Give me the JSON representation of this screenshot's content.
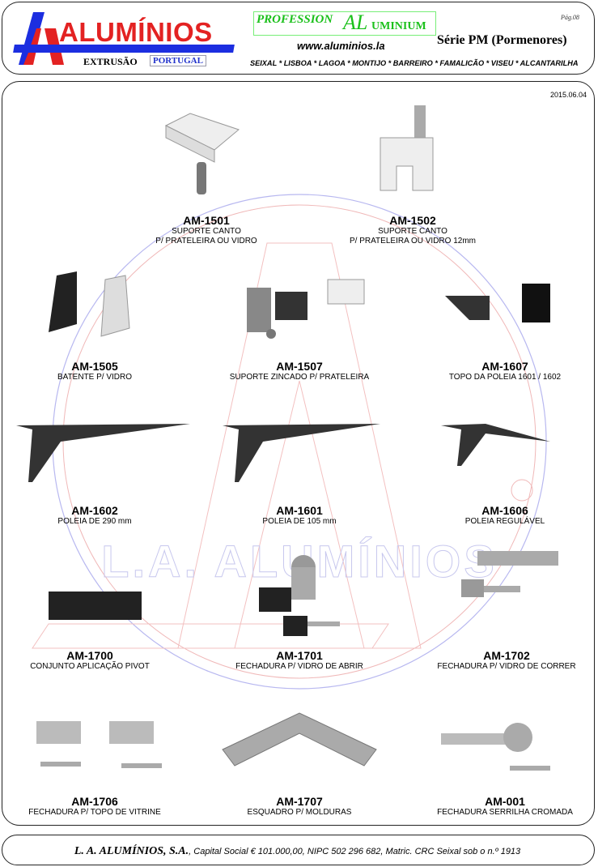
{
  "header": {
    "brand": "ALUMÍNIOS",
    "extrusion": "EXTRUSÃO",
    "country": "PORTUGAL",
    "slogan_a": "PROFESSION",
    "slogan_b": "AL",
    "slogan_c": "UMINIUM",
    "website": "www.aluminios.la",
    "page": "Pág.08",
    "series": "Série PM (Pormenores)",
    "locations": "SEIXAL * LISBOA * LAGOA * MONTIJO * BARREIRO * FAMALICÃO * VISEU * ALCANTARILHA"
  },
  "date": "2015.06.04",
  "watermark": "L.A. ALUMÍNIOS",
  "products": [
    {
      "code": "AM-1501",
      "desc": "SUPORTE CANTO",
      "desc2": "P/ PRATELEIRA OU VIDRO"
    },
    {
      "code": "AM-1502",
      "desc": "SUPORTE CANTO",
      "desc2": "P/ PRATELEIRA OU VIDRO 12mm"
    },
    {
      "code": "AM-1505",
      "desc": "BATENTE P/ VIDRO"
    },
    {
      "code": "AM-1507",
      "desc": "SUPORTE ZINCADO P/ PRATELEIRA"
    },
    {
      "code": "AM-1607",
      "desc": "TOPO DA POLEIA 1601 / 1602"
    },
    {
      "code": "AM-1602",
      "desc": "POLEIA DE 290 mm"
    },
    {
      "code": "AM-1601",
      "desc": "POLEIA DE 105 mm"
    },
    {
      "code": "AM-1606",
      "desc": "POLEIA REGULÁVEL"
    },
    {
      "code": "AM-1700",
      "desc": "CONJUNTO APLICAÇÃO PIVOT"
    },
    {
      "code": "AM-1701",
      "desc": "FECHADURA P/ VIDRO DE ABRIR"
    },
    {
      "code": "AM-1702",
      "desc": "FECHADURA P/ VIDRO DE CORRER"
    },
    {
      "code": "AM-1706",
      "desc": "FECHADURA P/ TOPO DE VITRINE"
    },
    {
      "code": "AM-1707",
      "desc": "ESQUADRO P/ MOLDURAS"
    },
    {
      "code": "AM-001",
      "desc": "FECHADURA SERRILHA CROMADA"
    }
  ],
  "footer": {
    "company": "L. A. ALUMÍNIOS, S.A.",
    "details": ", Capital Social € 101.000,00, NIPC 502 296 682, Matric. CRC Seixal sob o n.º 1913"
  }
}
